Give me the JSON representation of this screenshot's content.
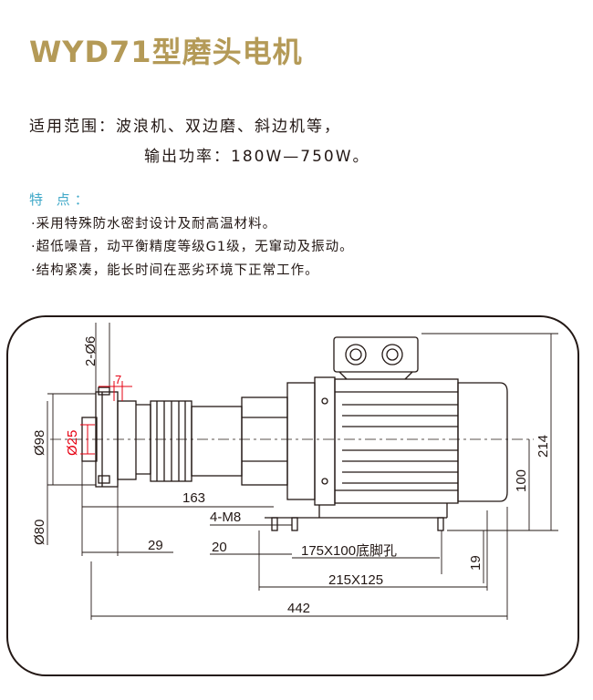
{
  "title": "WYD71型磨头电机",
  "application": {
    "label": "适用范围：",
    "value": "波浪机、双边磨、斜边机等，",
    "power_label": "输出功率：",
    "power_value": "180W—750W。"
  },
  "features": {
    "heading": "特 点：",
    "items": [
      "·采用特殊防水密封设计及耐高温材料。",
      "·超低噪音，动平衡精度等级G1级，无窜动及振动。",
      "·结构紧凑，能长时间在恶劣环境下正常工作。"
    ]
  },
  "drawing": {
    "dims": {
      "holes": "2-Ø6",
      "key": "7",
      "d98": "Ø98",
      "d25": "Ø25",
      "d80": "Ø80",
      "l163": "163",
      "m8": "4-M8",
      "l29": "29",
      "l20": "20",
      "foot_holes": "175X100底脚孔",
      "base": "215X125",
      "total": "442",
      "h214": "214",
      "h100": "100",
      "h19": "19"
    },
    "colors": {
      "line": "#231815",
      "accent": "#e60012"
    }
  }
}
